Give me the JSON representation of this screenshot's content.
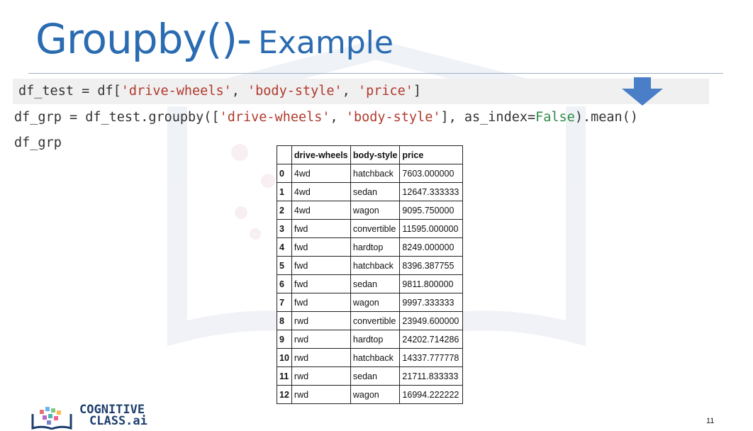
{
  "slide": {
    "title_main": "Groupby()-",
    "title_sub": "Example",
    "page_number": "11"
  },
  "code": {
    "line1": {
      "p1": "df_test = df[",
      "s1": "'drive-wheels'",
      "p2": ", ",
      "s2": "'body-style'",
      "p3": ", ",
      "s3": "'price'",
      "p4": "]"
    },
    "line2": {
      "p1": "df_grp = df_test.groupby([",
      "s1": "'drive-wheels'",
      "p2": ", ",
      "s2": "'body-style'",
      "p3": "], as_index=",
      "k1": "False",
      "p4": ").mean()"
    },
    "line3": "df_grp"
  },
  "table": {
    "columns": [
      "",
      "drive-wheels",
      "body-style",
      "price"
    ],
    "rows": [
      [
        "0",
        "4wd",
        "hatchback",
        "7603.000000"
      ],
      [
        "1",
        "4wd",
        "sedan",
        "12647.333333"
      ],
      [
        "2",
        "4wd",
        "wagon",
        "9095.750000"
      ],
      [
        "3",
        "fwd",
        "convertible",
        "11595.000000"
      ],
      [
        "4",
        "fwd",
        "hardtop",
        "8249.000000"
      ],
      [
        "5",
        "fwd",
        "hatchback",
        "8396.387755"
      ],
      [
        "6",
        "fwd",
        "sedan",
        "9811.800000"
      ],
      [
        "7",
        "fwd",
        "wagon",
        "9997.333333"
      ],
      [
        "8",
        "rwd",
        "convertible",
        "23949.600000"
      ],
      [
        "9",
        "rwd",
        "hardtop",
        "24202.714286"
      ],
      [
        "10",
        "rwd",
        "hatchback",
        "14337.777778"
      ],
      [
        "11",
        "rwd",
        "sedan",
        "21711.833333"
      ],
      [
        "12",
        "rwd",
        "wagon",
        "16994.222222"
      ]
    ]
  },
  "logo": {
    "line1": "COGNITIVE",
    "line2": "CLASS.ai"
  },
  "colors": {
    "title": "#2a6bb1",
    "arrow": "#4a7fc8",
    "string_literal": "#b03a2e",
    "keyword": "#2f8b48"
  },
  "icons": [
    "down-arrow-icon",
    "cognitive-class-logo-icon"
  ]
}
